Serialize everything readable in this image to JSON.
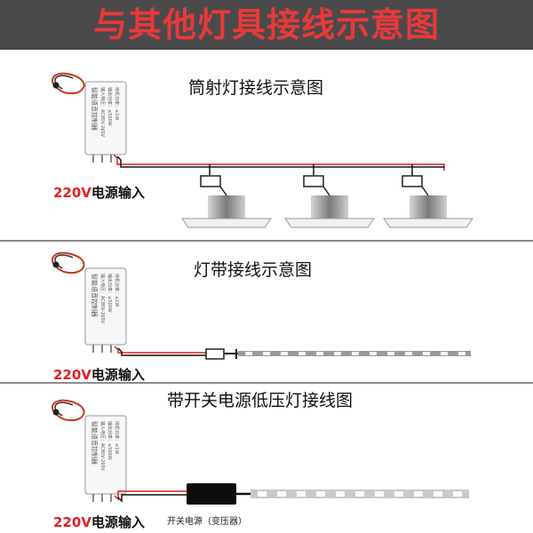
{
  "header": {
    "title": "与其他灯具接线示意图"
  },
  "sections": [
    {
      "title": "筒射灯接线示意图",
      "power_label": {
        "voltage": "220V",
        "text": "电源输入"
      }
    },
    {
      "title": "灯带接线示意图",
      "power_label": {
        "voltage": "220V",
        "text": "电源输入"
      }
    },
    {
      "title": "带开关电源低压灯接线图",
      "power_label": {
        "voltage": "220V",
        "text": "电源输入"
      },
      "transformer_label": "开关电源（变压器）"
    }
  ],
  "controller": {
    "name": "智能语音控制器",
    "spec_lines": [
      "输入电压：AC85V-265V",
      "输出功率：≤500W",
      "待机功率：≤1W"
    ]
  },
  "colors": {
    "header_bg": "#4a4a4a",
    "header_text": "#e8393b",
    "wire_red": "#d42020",
    "wire_black": "#111111",
    "label_red": "#e02020"
  }
}
